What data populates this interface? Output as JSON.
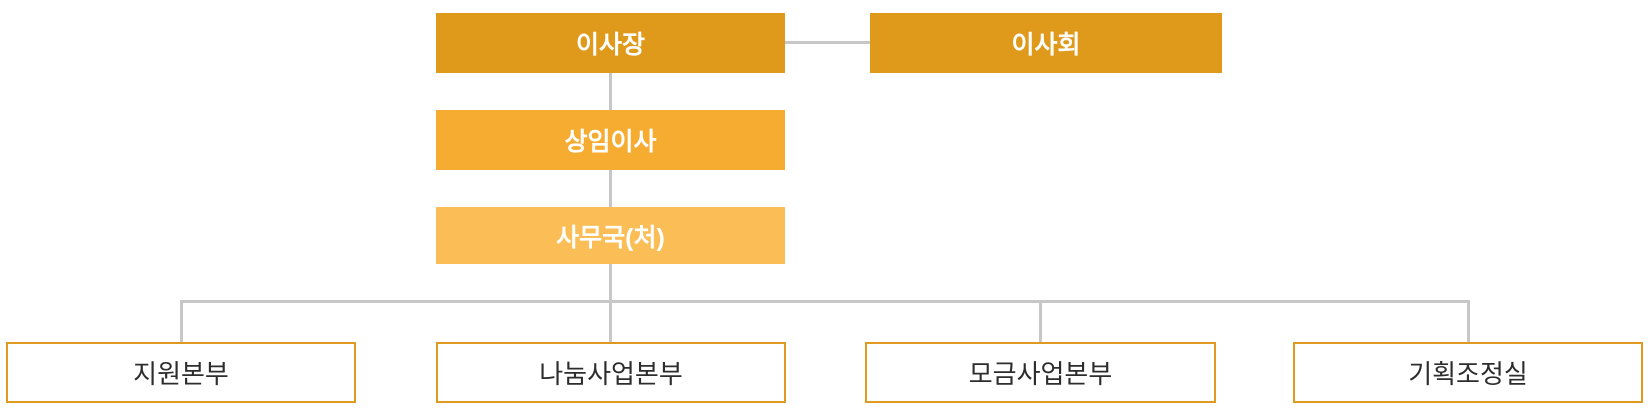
{
  "org_chart": {
    "nodes": {
      "chairman": {
        "label": "이사장",
        "level": 1
      },
      "board": {
        "label": "이사회",
        "level": 1
      },
      "executive_director": {
        "label": "상임이사",
        "level": 2
      },
      "secretariat": {
        "label": "사무국(처)",
        "level": 3
      },
      "departments": [
        {
          "label": "지원본부"
        },
        {
          "label": "나눔사업본부"
        },
        {
          "label": "모금사업본부"
        },
        {
          "label": "기획조정실"
        }
      ]
    },
    "edges": [
      {
        "from": "이사장",
        "to": "이사회",
        "style": "lateral"
      },
      {
        "from": "이사장",
        "to": "상임이사"
      },
      {
        "from": "상임이사",
        "to": "사무국(처)"
      },
      {
        "from": "사무국(처)",
        "to": "지원본부"
      },
      {
        "from": "사무국(처)",
        "to": "나눔사업본부"
      },
      {
        "from": "사무국(처)",
        "to": "모금사업본부"
      },
      {
        "from": "사무국(처)",
        "to": "기획조정실"
      }
    ],
    "colors": {
      "level1_fill": "#E09A1B",
      "level2_fill": "#F6AC30",
      "level3_fill": "#FBBD55",
      "department_border": "#E09A1F",
      "department_fill": "#FFFFFF",
      "connector": "#C7C7C7",
      "text_on_fill": "#FFFFFF",
      "text_on_white": "#2D2D2D",
      "background": "#FFFFFF"
    }
  }
}
